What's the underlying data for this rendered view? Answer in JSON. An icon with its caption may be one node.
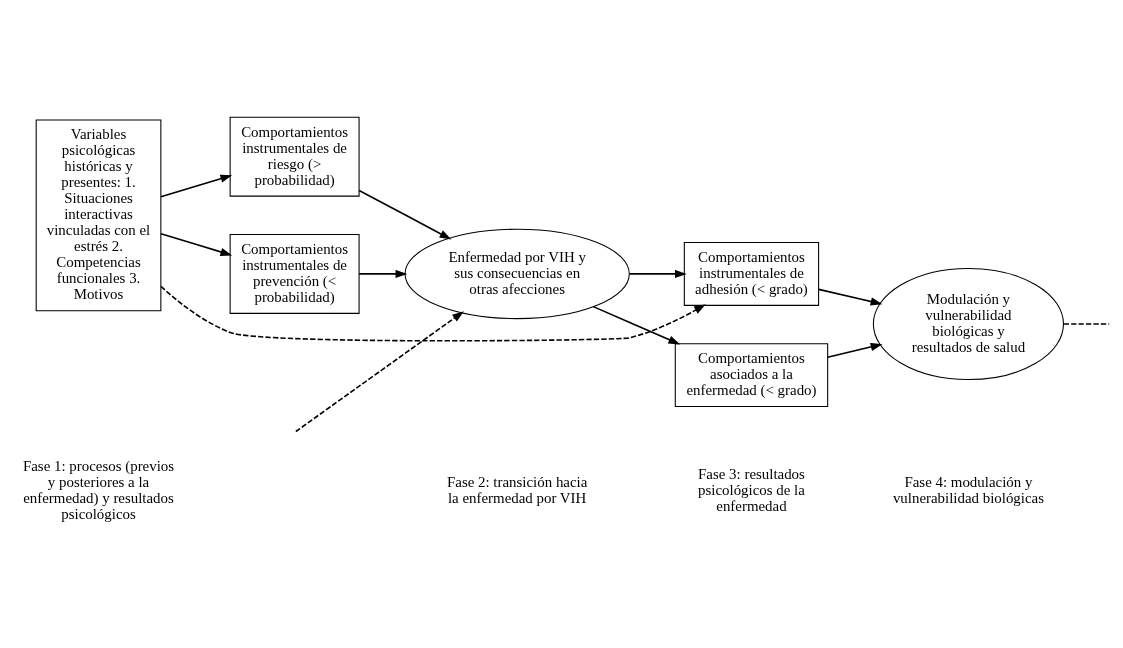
{
  "diagram": {
    "nodes": [
      {
        "text": [
          "Variables psicológicas históricas y presentes: 1. Situaciones interactivas vinculadas con el estrés 2. Competencias funcionales 3. Motivos"
        ]
      },
      {
        "text": [
          "Comportamientos instrumentales de riesgo (> probabilidad)"
        ]
      },
      {
        "text": [
          "Comportamientos instrumentales de prevención (< probabilidad)"
        ]
      },
      {
        "text": [
          "Enfermedad por VIH y sus consecuencias en otras afecciones"
        ]
      },
      {
        "text": [
          "Comportamientos instrumentales de adhesión (< grado)"
        ]
      },
      {
        "text": [
          "Comportamientos asociados a la enfermedad (< grado)"
        ]
      },
      {
        "text": [
          "Modulación y vulnerabilidad biológicas y resultados de salud"
        ]
      }
    ],
    "edges": [
      {
        "from": 0,
        "to": 1,
        "arrow": "to"
      },
      {
        "from": 0,
        "to": 2,
        "arrow": "to"
      },
      {
        "from": 1,
        "to": 3,
        "arrow": "to"
      },
      {
        "from": 2,
        "to": 3,
        "arrow": "to"
      },
      {
        "from": 3,
        "to": 4,
        "arrow": "to"
      },
      {
        "from": 3,
        "to": 5,
        "arrow": "to"
      },
      {
        "from": 4,
        "to": 6,
        "arrow": "to"
      },
      {
        "from": 5,
        "to": 6,
        "arrow": "to"
      },
      {
        "from": 0,
        "to": 4,
        "arrow": "to",
        "style": "dashed"
      },
      {
        "from": null,
        "to": 3,
        "arrow": "to",
        "style": "dashed"
      },
      {
        "from": 6,
        "to": null,
        "arrow": "none",
        "style": "dashed"
      }
    ],
    "labels": [
      "Fase 1: procesos (previos y posteriores a la enfermedad) y resultados psicológicos",
      "Fase 2: transición hacia la enfermedad por VIH",
      "Fase 3: resultados psicológicos de la enfermedad",
      "Fase 4: modulación y vulnerabilidad biológicas"
    ]
  }
}
